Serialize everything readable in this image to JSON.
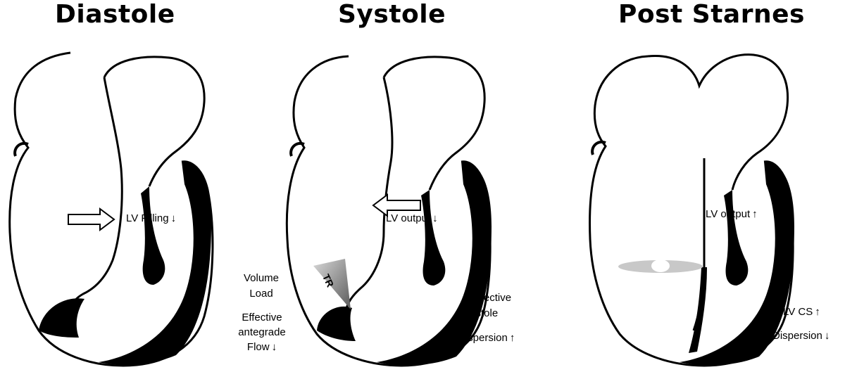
{
  "panels": {
    "diastole": {
      "title": "Diastole",
      "label_lv": "LV Filling",
      "lv_arrow": "↓"
    },
    "systole": {
      "title": "Systole",
      "label_lv": "LV output",
      "lv_arrow": "↓",
      "tr_label": "TR",
      "volume_load": [
        "Volume",
        "Load"
      ],
      "effective_flow": [
        "Effective",
        "antegrade",
        "Flow"
      ],
      "effective_flow_arrow": "↓",
      "ineffective": [
        "Ineffective",
        "Systole"
      ],
      "dispersion": "Dispersion",
      "dispersion_arrow": "↑"
    },
    "post": {
      "title": "Post Starnes",
      "label_lv": "LV output",
      "lv_arrow": "↑",
      "lvcs": "LV CS",
      "lvcs_arrow": "↑",
      "dispersion": "Dispersion",
      "dispersion_arrow": "↓"
    }
  },
  "colors": {
    "ink": "#000000",
    "patch": "#c8c8c8",
    "tr_dark": "#5a5a5a",
    "tr_light": "#d8d8d8"
  }
}
